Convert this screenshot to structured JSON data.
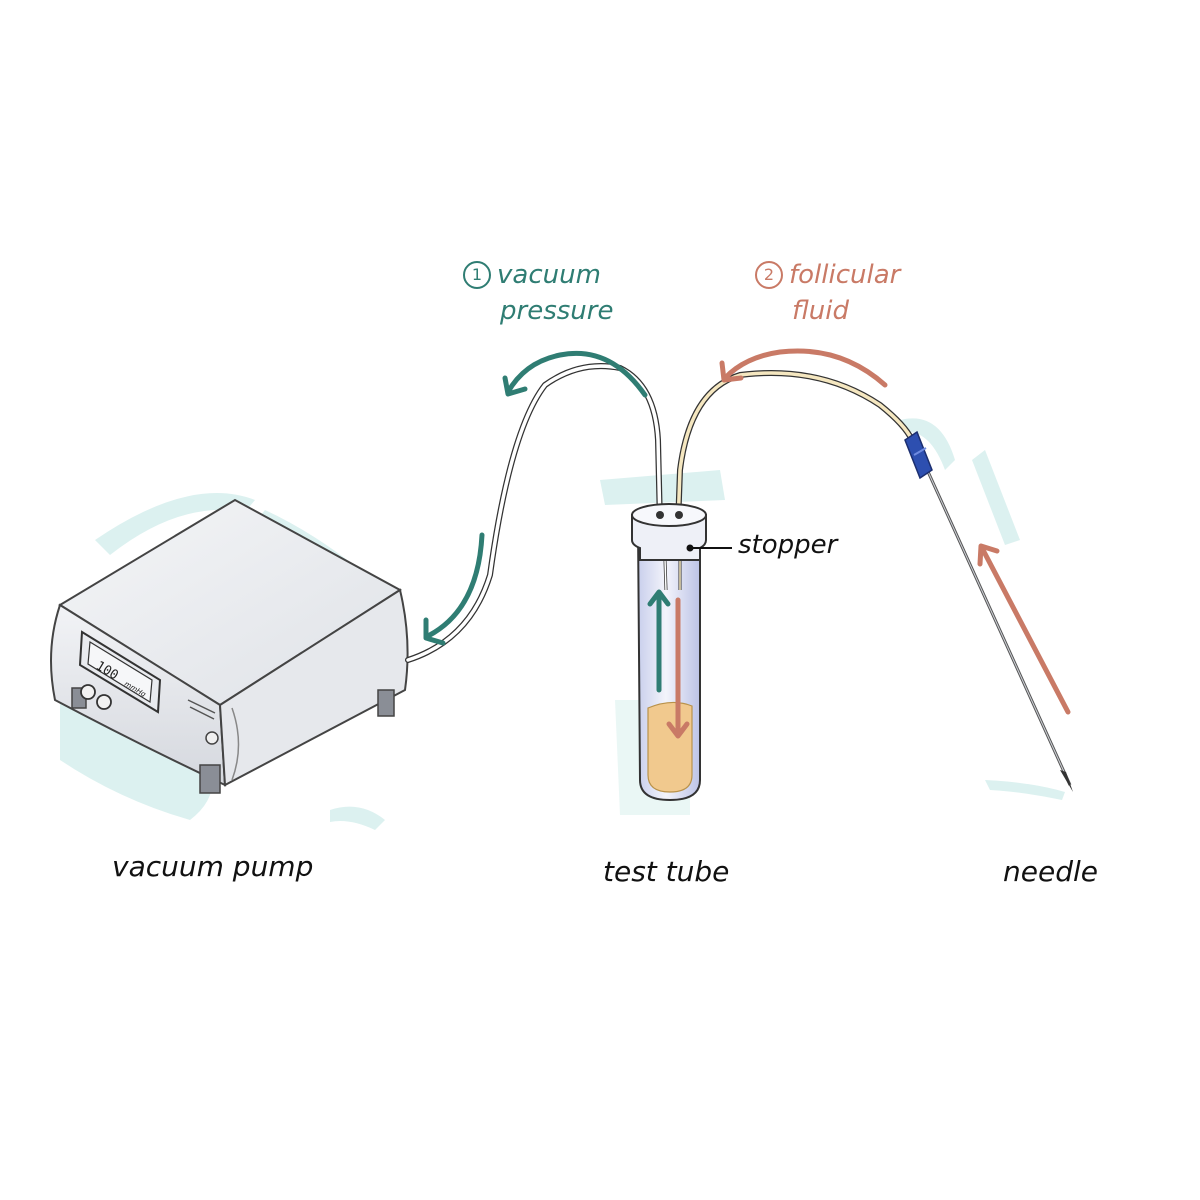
{
  "colors": {
    "vacuum": "#2f7d73",
    "fluid": "#c97a66",
    "ink": "#111111",
    "watercolor": "#bfe6e3",
    "liquid": "#f1c98e",
    "needle_hub": "#2d4fb0"
  },
  "steps": [
    {
      "number": "1",
      "line1": "vacuum",
      "line2": "pressure"
    },
    {
      "number": "2",
      "line1": "follicular",
      "line2": "fluid"
    }
  ],
  "labels": {
    "pump": "vacuum pump",
    "tube": "test tube",
    "needle": "needle",
    "stopper": "stopper"
  },
  "pump_display": {
    "value": "100",
    "unit": "mmHg"
  }
}
